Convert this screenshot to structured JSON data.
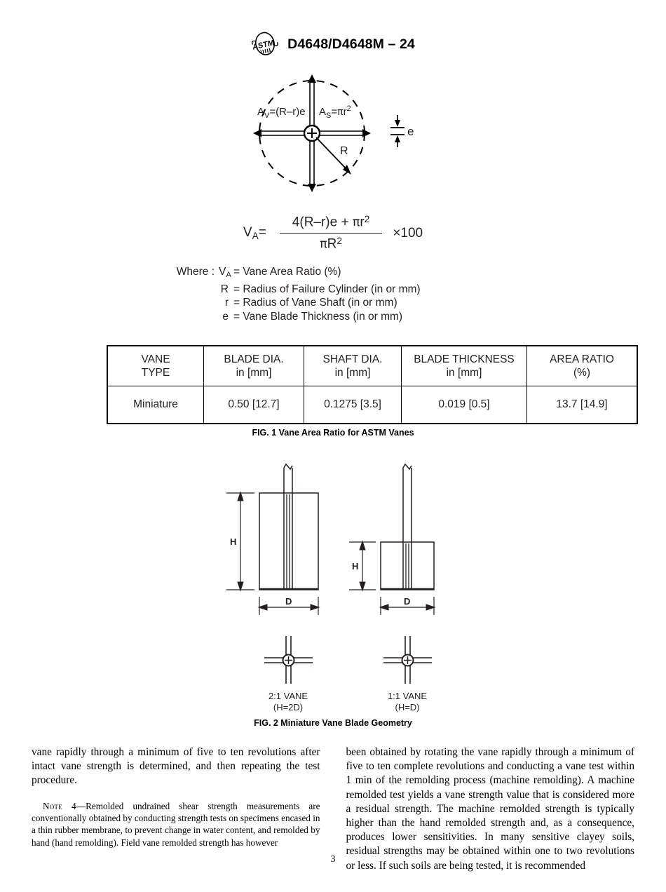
{
  "header": {
    "logo_alt": "astm-logo",
    "standard_number": "D4648/D4648M – 24"
  },
  "figure1": {
    "caption": "FIG. 1  Vane Area Ratio for ASTM Vanes",
    "diagram_labels": {
      "vane_area": "A",
      "vane_area_sub": "V",
      "vane_area_expr": "=(R–r)e",
      "shaft_area": "A",
      "shaft_area_sub": "S",
      "shaft_area_expr": "=πr",
      "shaft_area_sup": "2",
      "radius": "R",
      "thickness": "e"
    },
    "formula": {
      "lhs_main": "V",
      "lhs_sub": "A",
      "lhs_eq": "=",
      "numerator": "4(R–r)e + πr²",
      "denominator": "πR²",
      "multiplier": "×100"
    },
    "where": {
      "lead": "Where :",
      "items": [
        {
          "symbol": "V",
          "sub": "A",
          "definition": "= Vane Area Ratio (%)"
        },
        {
          "symbol": "R",
          "sub": "",
          "definition": "= Radius of Failure Cylinder (in or mm)"
        },
        {
          "symbol": "r",
          "sub": "",
          "definition": "= Radius of Vane Shaft (in or mm)"
        },
        {
          "symbol": "e",
          "sub": "",
          "definition": "= Vane Blade Thickness (in or mm)"
        }
      ]
    }
  },
  "table": {
    "headers": [
      {
        "line1": "VANE",
        "line2": "TYPE"
      },
      {
        "line1": "BLADE DIA.",
        "line2": "in [mm]"
      },
      {
        "line1": "SHAFT DIA.",
        "line2": "in [mm]"
      },
      {
        "line1": "BLADE THICKNESS",
        "line2": "in [mm]"
      },
      {
        "line1": "AREA RATIO",
        "line2": "(%)"
      }
    ],
    "rows": [
      {
        "vane_type": "Miniature",
        "blade_dia": "0.50 [12.7]",
        "shaft_dia": "0.1275 [3.5]",
        "blade_thickness": "0.019 [0.5]",
        "area_ratio": "13.7 [14.9]"
      }
    ]
  },
  "figure2": {
    "caption": "FIG. 2  Miniature Vane Blade Geometry",
    "left_view": {
      "height_label": "H",
      "diameter_label": "D",
      "title": "2:1 VANE",
      "subtitle": "(H=2D)"
    },
    "right_view": {
      "height_label": "H",
      "diameter_label": "D",
      "title": "1:1 VANE",
      "subtitle": "(H=D)"
    }
  },
  "body": {
    "left_column": {
      "paragraph": "vane rapidly through a minimum of five to ten revolutions after intact vane strength is determined, and then repeating the test procedure.",
      "note_label": "Note 4",
      "note_dash": "—",
      "note_text": "Remolded undrained shear strength measurements are conventionally obtained by conducting strength tests on specimens encased in a thin rubber membrane, to prevent change in water content, and remolded by hand (hand remolding). Field vane remolded strength has however"
    },
    "right_column": {
      "paragraph": "been obtained by rotating the vane rapidly through a minimum of five to ten complete revolutions and conducting a vane test within 1 min of the remolding process (machine remolding). A machine remolded test yields a vane strength value that is considered more a residual strength. The machine remolded strength is typically higher than the hand remolded strength and, as a consequence, produces lower sensitivities. In many sensitive clayey soils, residual strengths may be obtained within one to two revolutions or less. If such soils are being tested, it is recommended"
    }
  },
  "footer": {
    "page_number": "3"
  }
}
